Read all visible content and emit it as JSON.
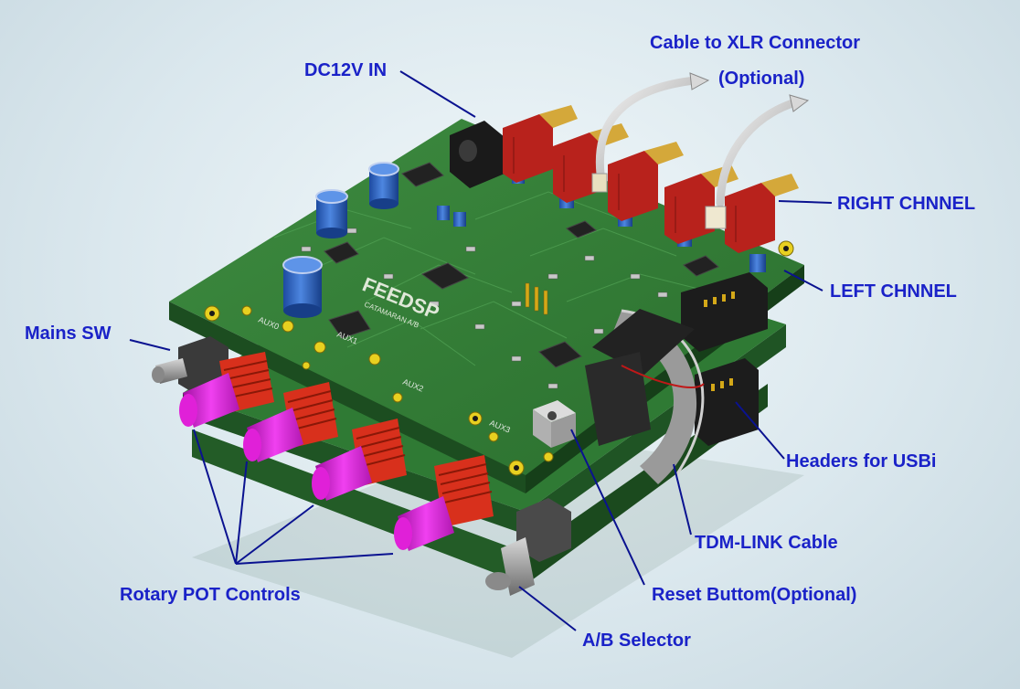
{
  "labels": {
    "cable_line1": "Cable to XLR Connector",
    "cable_line2": "(Optional)",
    "dc_in": "DC12V IN",
    "right_channel": "RIGHT CHNNEL",
    "left_channel": "LEFT CHNNEL",
    "mains_sw": "Mains SW",
    "headers_usbi": "Headers for USBi",
    "tdm_link": "TDM-LINK Cable",
    "rotary_pot": "Rotary POT Controls",
    "reset_button": "Reset Buttom(Optional)",
    "ab_selector": "A/B Selector"
  },
  "board": {
    "logo_text": "FEEDSP",
    "model_text": "CATAMARAN A/B",
    "aux_labels": [
      "AUX0",
      "AUX1",
      "AUX2",
      "AUX3"
    ]
  },
  "colors": {
    "label_text": "#1a22c8",
    "leader_line": "#0a1290",
    "pcb_green": "#2f7a34",
    "knob_magenta": "#e020d8",
    "pot_body": "#d8301c",
    "xlr_red": "#b8221c",
    "capacitor_blue": "#2a5fb8"
  }
}
